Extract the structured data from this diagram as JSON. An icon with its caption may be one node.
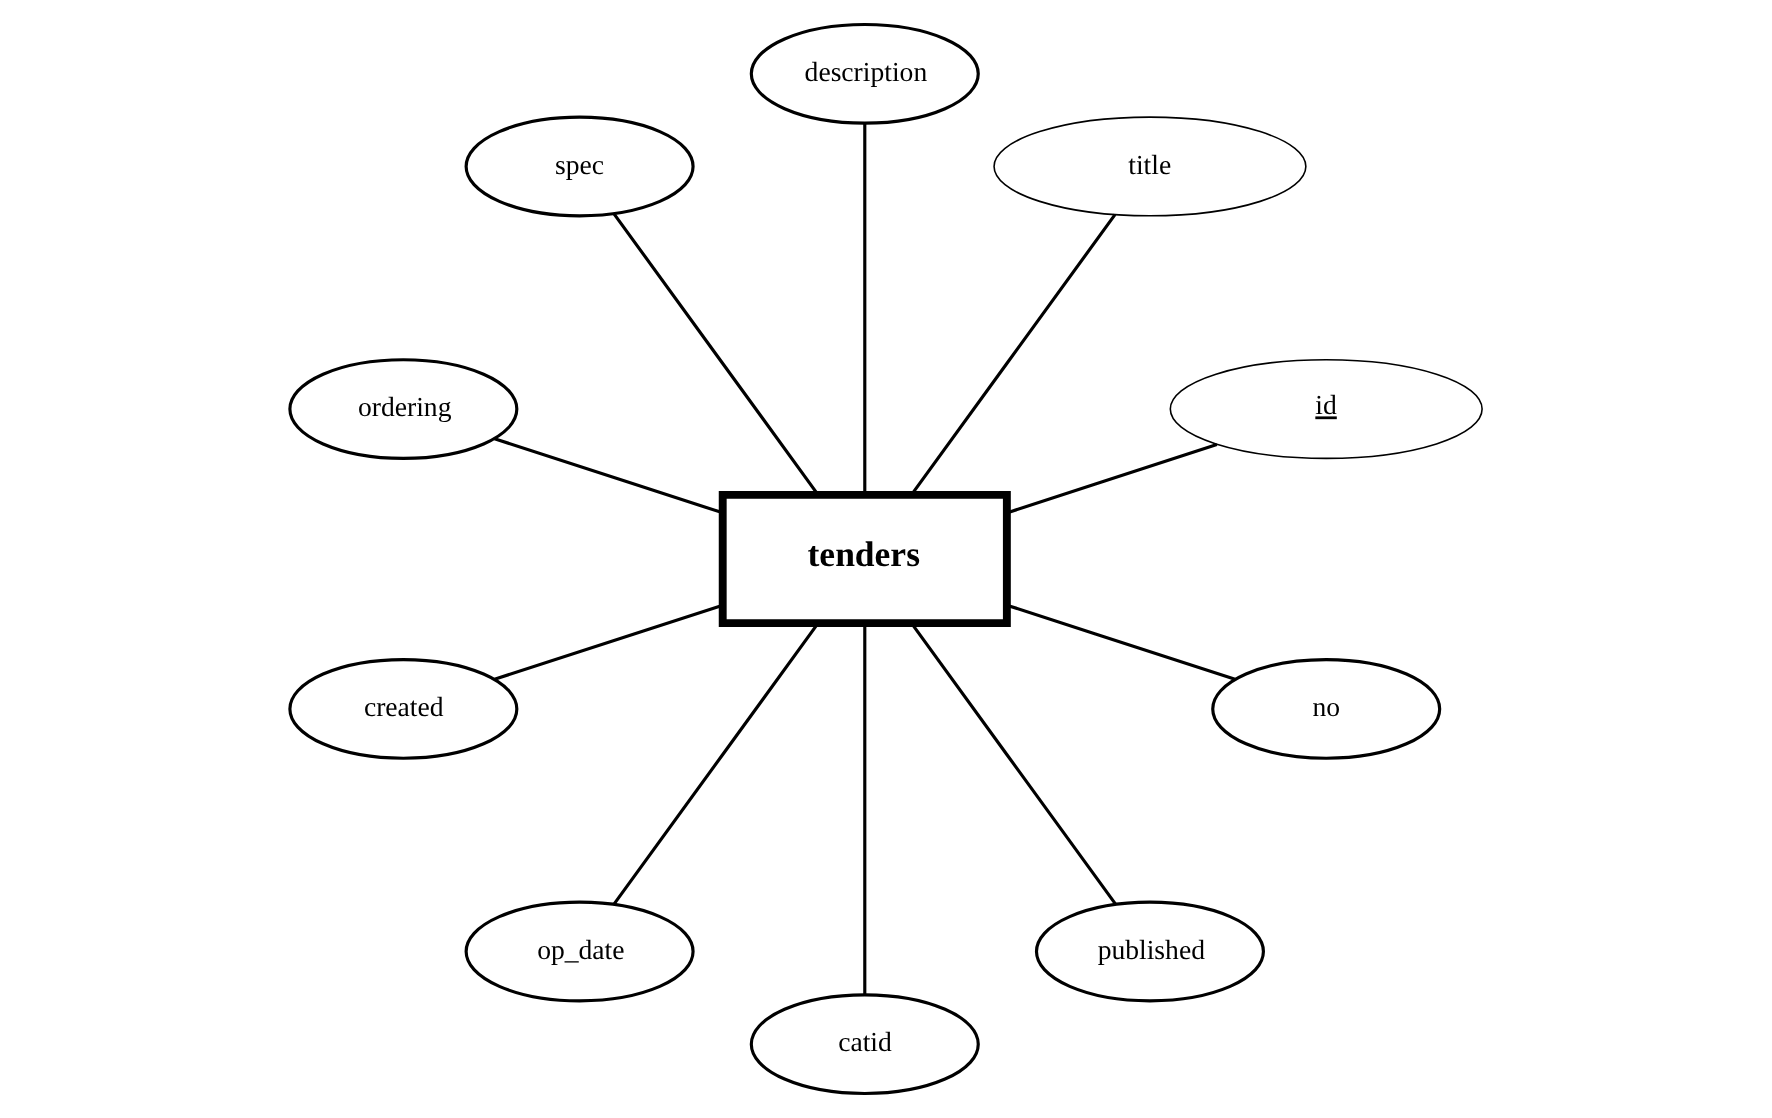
{
  "diagram": {
    "nodes": [
      {
        "text": [
          "tenders"
        ]
      },
      {
        "text": [
          "id"
        ]
      },
      {
        "text": [
          "title"
        ]
      },
      {
        "text": [
          "description"
        ]
      },
      {
        "text": [
          "spec"
        ]
      },
      {
        "text": [
          "ordering"
        ]
      },
      {
        "text": [
          "created"
        ]
      },
      {
        "text": [
          "op_date"
        ]
      },
      {
        "text": [
          "catid"
        ]
      },
      {
        "text": [
          "published"
        ]
      },
      {
        "text": [
          "no"
        ]
      }
    ],
    "edges": [
      {
        "from": 1,
        "to": 0,
        "arrow": "none"
      },
      {
        "from": 2,
        "to": 0,
        "arrow": "none"
      },
      {
        "from": 3,
        "to": 0,
        "arrow": "none"
      },
      {
        "from": 4,
        "to": 0,
        "arrow": "none"
      },
      {
        "from": 5,
        "to": 0,
        "arrow": "none"
      },
      {
        "from": 6,
        "to": 0,
        "arrow": "none"
      },
      {
        "from": 7,
        "to": 0,
        "arrow": "none"
      },
      {
        "from": 8,
        "to": 0,
        "arrow": "none"
      },
      {
        "from": 9,
        "to": 0,
        "arrow": "none"
      },
      {
        "from": 10,
        "to": 0,
        "arrow": "none"
      }
    ]
  }
}
